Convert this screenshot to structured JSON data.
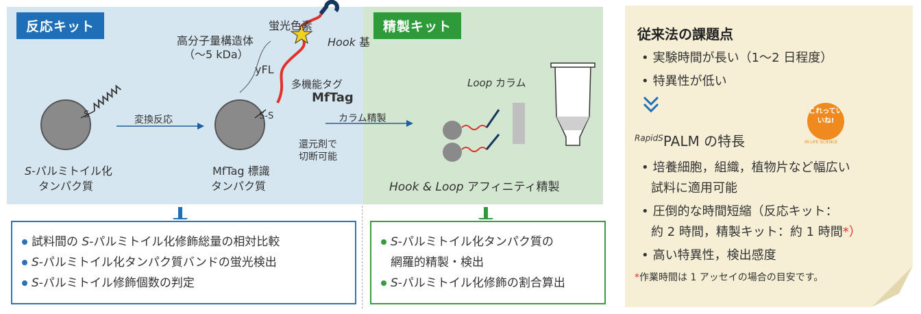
{
  "left_panel": {
    "tag": "反応キット",
    "labels": {
      "fluor": "蛍光色素",
      "polymer_line1": "高分子量構造体",
      "polymer_line2": "（〜5 kDa）",
      "yfl": "yFL",
      "hook": "Hook",
      "hook_suffix": "基",
      "multi_tag": "多機能タグ",
      "mftag": "MfTag",
      "s_label": "S",
      "ss_label": "S-S",
      "conversion": "変換反応",
      "reductant_line1": "還元剤で",
      "reductant_line2": "切断可能",
      "protein1_line1_prefix": "S",
      "protein1_line1": "-パルミトイル化",
      "protein1_line2": "タンパク質",
      "protein2_line1": "MfTag 標識",
      "protein2_line2": "タンパク質"
    },
    "bullets": [
      {
        "prefix": "試料間の ",
        "italic": "S",
        "suffix": "-パルミトイル化修飾総量の相対比較"
      },
      {
        "prefix": "",
        "italic": "S",
        "suffix": "-パルミトイル化タンパク質バンドの蛍光検出"
      },
      {
        "prefix": "",
        "italic": "S",
        "suffix": "-パルミトイル修飾個数の判定"
      }
    ]
  },
  "mid_panel": {
    "tag": "精製キット",
    "column_purify": "カラム精製",
    "loop_column_italic": "Loop",
    "loop_column": "カラム",
    "caption_italic": "Hook & Loop",
    "caption": "アフィニティ精製",
    "bullets": [
      {
        "italic": "S",
        "line1": "-パルミトイル化タンパク質の",
        "line2": "網羅的精製・検出"
      },
      {
        "italic": "S",
        "line1": "-パルミトイル化修飾の割合算出",
        "line2": ""
      }
    ]
  },
  "sticky": {
    "title": "従来法の課題点",
    "issues": [
      "実験時間が長い（1〜2 日程度）",
      "特異性が低い"
    ],
    "feature_sup": "RapidS",
    "feature_title": "PALM の特長",
    "badge_text": "これっていいね!",
    "badge_sub": "IN LIFE SCIENCE",
    "features": [
      {
        "line1": "培養細胞，組織，植物片など幅広い",
        "line2": "試料に適用可能"
      },
      {
        "line1": "圧倒的な時間短縮（反応キット：",
        "line2": "約 2 時間，精製キット：約 1 時間",
        "mark": "*）"
      },
      {
        "line1": "高い特異性，検出感度",
        "line2": ""
      }
    ],
    "note_mark": "*",
    "note": "作業時間は 1 アッセイの場合の目安です。"
  },
  "colors": {
    "blue": "#1e6fb8",
    "green": "#2f9a3a",
    "red": "#e0322b",
    "star": "#f2d21f",
    "hook": "#17365d"
  }
}
